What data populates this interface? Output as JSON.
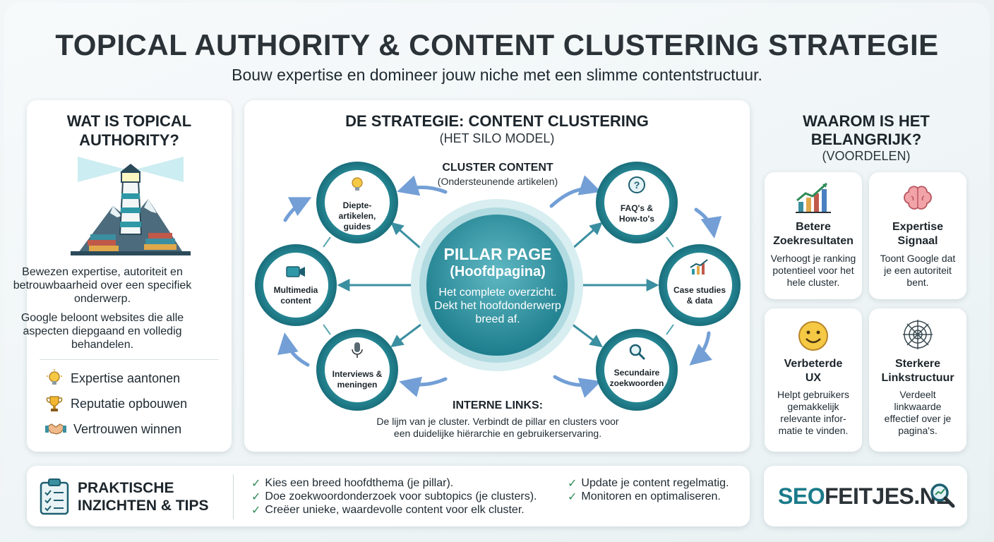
{
  "header": {
    "title": "TOPICAL AUTHORITY & CONTENT CLUSTERING STRATEGIE",
    "subtitle": "Bouw expertise en domineer jouw niche met een slimme contentstructuur."
  },
  "left_panel": {
    "title_line1": "WAT IS TOPICAL",
    "title_line2": "AUTHORITY?",
    "paragraph1": "Bewezen expertise, autoriteit en betrouwbaarheid over een specifiek onderwerp.",
    "paragraph2": "Google beloont websites die alle aspecten diepgaand en volledig behandelen.",
    "bullets": [
      {
        "icon": "lightbulb-icon",
        "label": "Expertise aantonen"
      },
      {
        "icon": "trophy-icon",
        "label": "Reputatie opbouwen"
      },
      {
        "icon": "handshake-icon",
        "label": "Vertrouwen winnen"
      }
    ]
  },
  "center_panel": {
    "title": "DE STRATEGIE: CONTENT CLUSTERING",
    "subtitle": "(HET SILO MODEL)",
    "cluster_title": "CLUSTER CONTENT",
    "cluster_subtitle": "(Ondersteunende artikelen)",
    "pillar": {
      "title": "PILLAR PAGE",
      "subtitle": "(Hoofdpagina)",
      "description": "Het complete overzicht. Dekt het hoofdonderwerp breed af."
    },
    "nodes": [
      {
        "id": "diepte",
        "icon": "lightbulb-icon",
        "line1": "Diepte-",
        "line2": "artikelen,",
        "line3": "guides"
      },
      {
        "id": "faq",
        "icon": "question-bubble-icon",
        "line1": "FAQ's &",
        "line2": "How-to's"
      },
      {
        "id": "multimedia",
        "icon": "video-camera-icon",
        "line1": "Multimedia",
        "line2": "content"
      },
      {
        "id": "case",
        "icon": "chart-icon",
        "line1": "Case studies",
        "line2": "& data"
      },
      {
        "id": "interviews",
        "icon": "microphone-icon",
        "line1": "Interviews &",
        "line2": "meningen"
      },
      {
        "id": "secundaire",
        "icon": "magnifier-icon",
        "line1": "Secundaire",
        "line2": "zoekwoorden"
      }
    ],
    "links_title": "INTERNE LINKS:",
    "links_line1": "De lijm van je cluster. Verbindt de pillar en clusters voor",
    "links_line2": "een duidelijke hiërarchie en gebruikerservaring."
  },
  "right_panel": {
    "title_line1": "WAAROM IS HET",
    "title_line2": "BELANGRIJK?",
    "subtitle": "(VOORDELEN)",
    "benefits": [
      {
        "icon": "growth-chart-icon",
        "title1": "Betere",
        "title2": "Zoekresultaten",
        "text": [
          "Verhoogt je ranking",
          "potentieel voor het",
          "hele cluster."
        ]
      },
      {
        "icon": "brain-icon",
        "title1": "Expertise",
        "title2": "Signaal",
        "text": [
          "Toont Google dat",
          "je een autoriteit",
          "bent."
        ]
      },
      {
        "icon": "smiley-icon",
        "title1": "Verbeterde",
        "title2": "UX",
        "text": [
          "Helpt gebruikers",
          "gemakkelijk",
          "relevante infor-",
          "matie te vinden."
        ]
      },
      {
        "icon": "web-icon",
        "title1": "Sterkere",
        "title2": "Linkstructuur",
        "text": [
          "Verdeelt",
          "linkwaarde",
          "effectief over je",
          "pagina's."
        ]
      }
    ]
  },
  "tips": {
    "title_line1": "PRAKTISCHE",
    "title_line2": "INZICHTEN & TIPS",
    "col1": [
      "Kies een breed hoofdthema (je pillar).",
      "Doe zoekwoordonderzoek voor subtopics (je clusters).",
      "Creëer unieke, waardevolle content voor elk cluster."
    ],
    "col2": [
      "Update je content regelmatig.",
      "Monitoren en optimaliseren."
    ]
  },
  "logo": {
    "part1": "SEO",
    "part2": "FEITJES.NL"
  },
  "colors": {
    "teal_dark": "#1b7a8a",
    "teal_mid": "#3aa0ad",
    "teal_light": "#a8dde3",
    "arrow_blue": "#4a7fc1",
    "check_green": "#2e8b57"
  }
}
